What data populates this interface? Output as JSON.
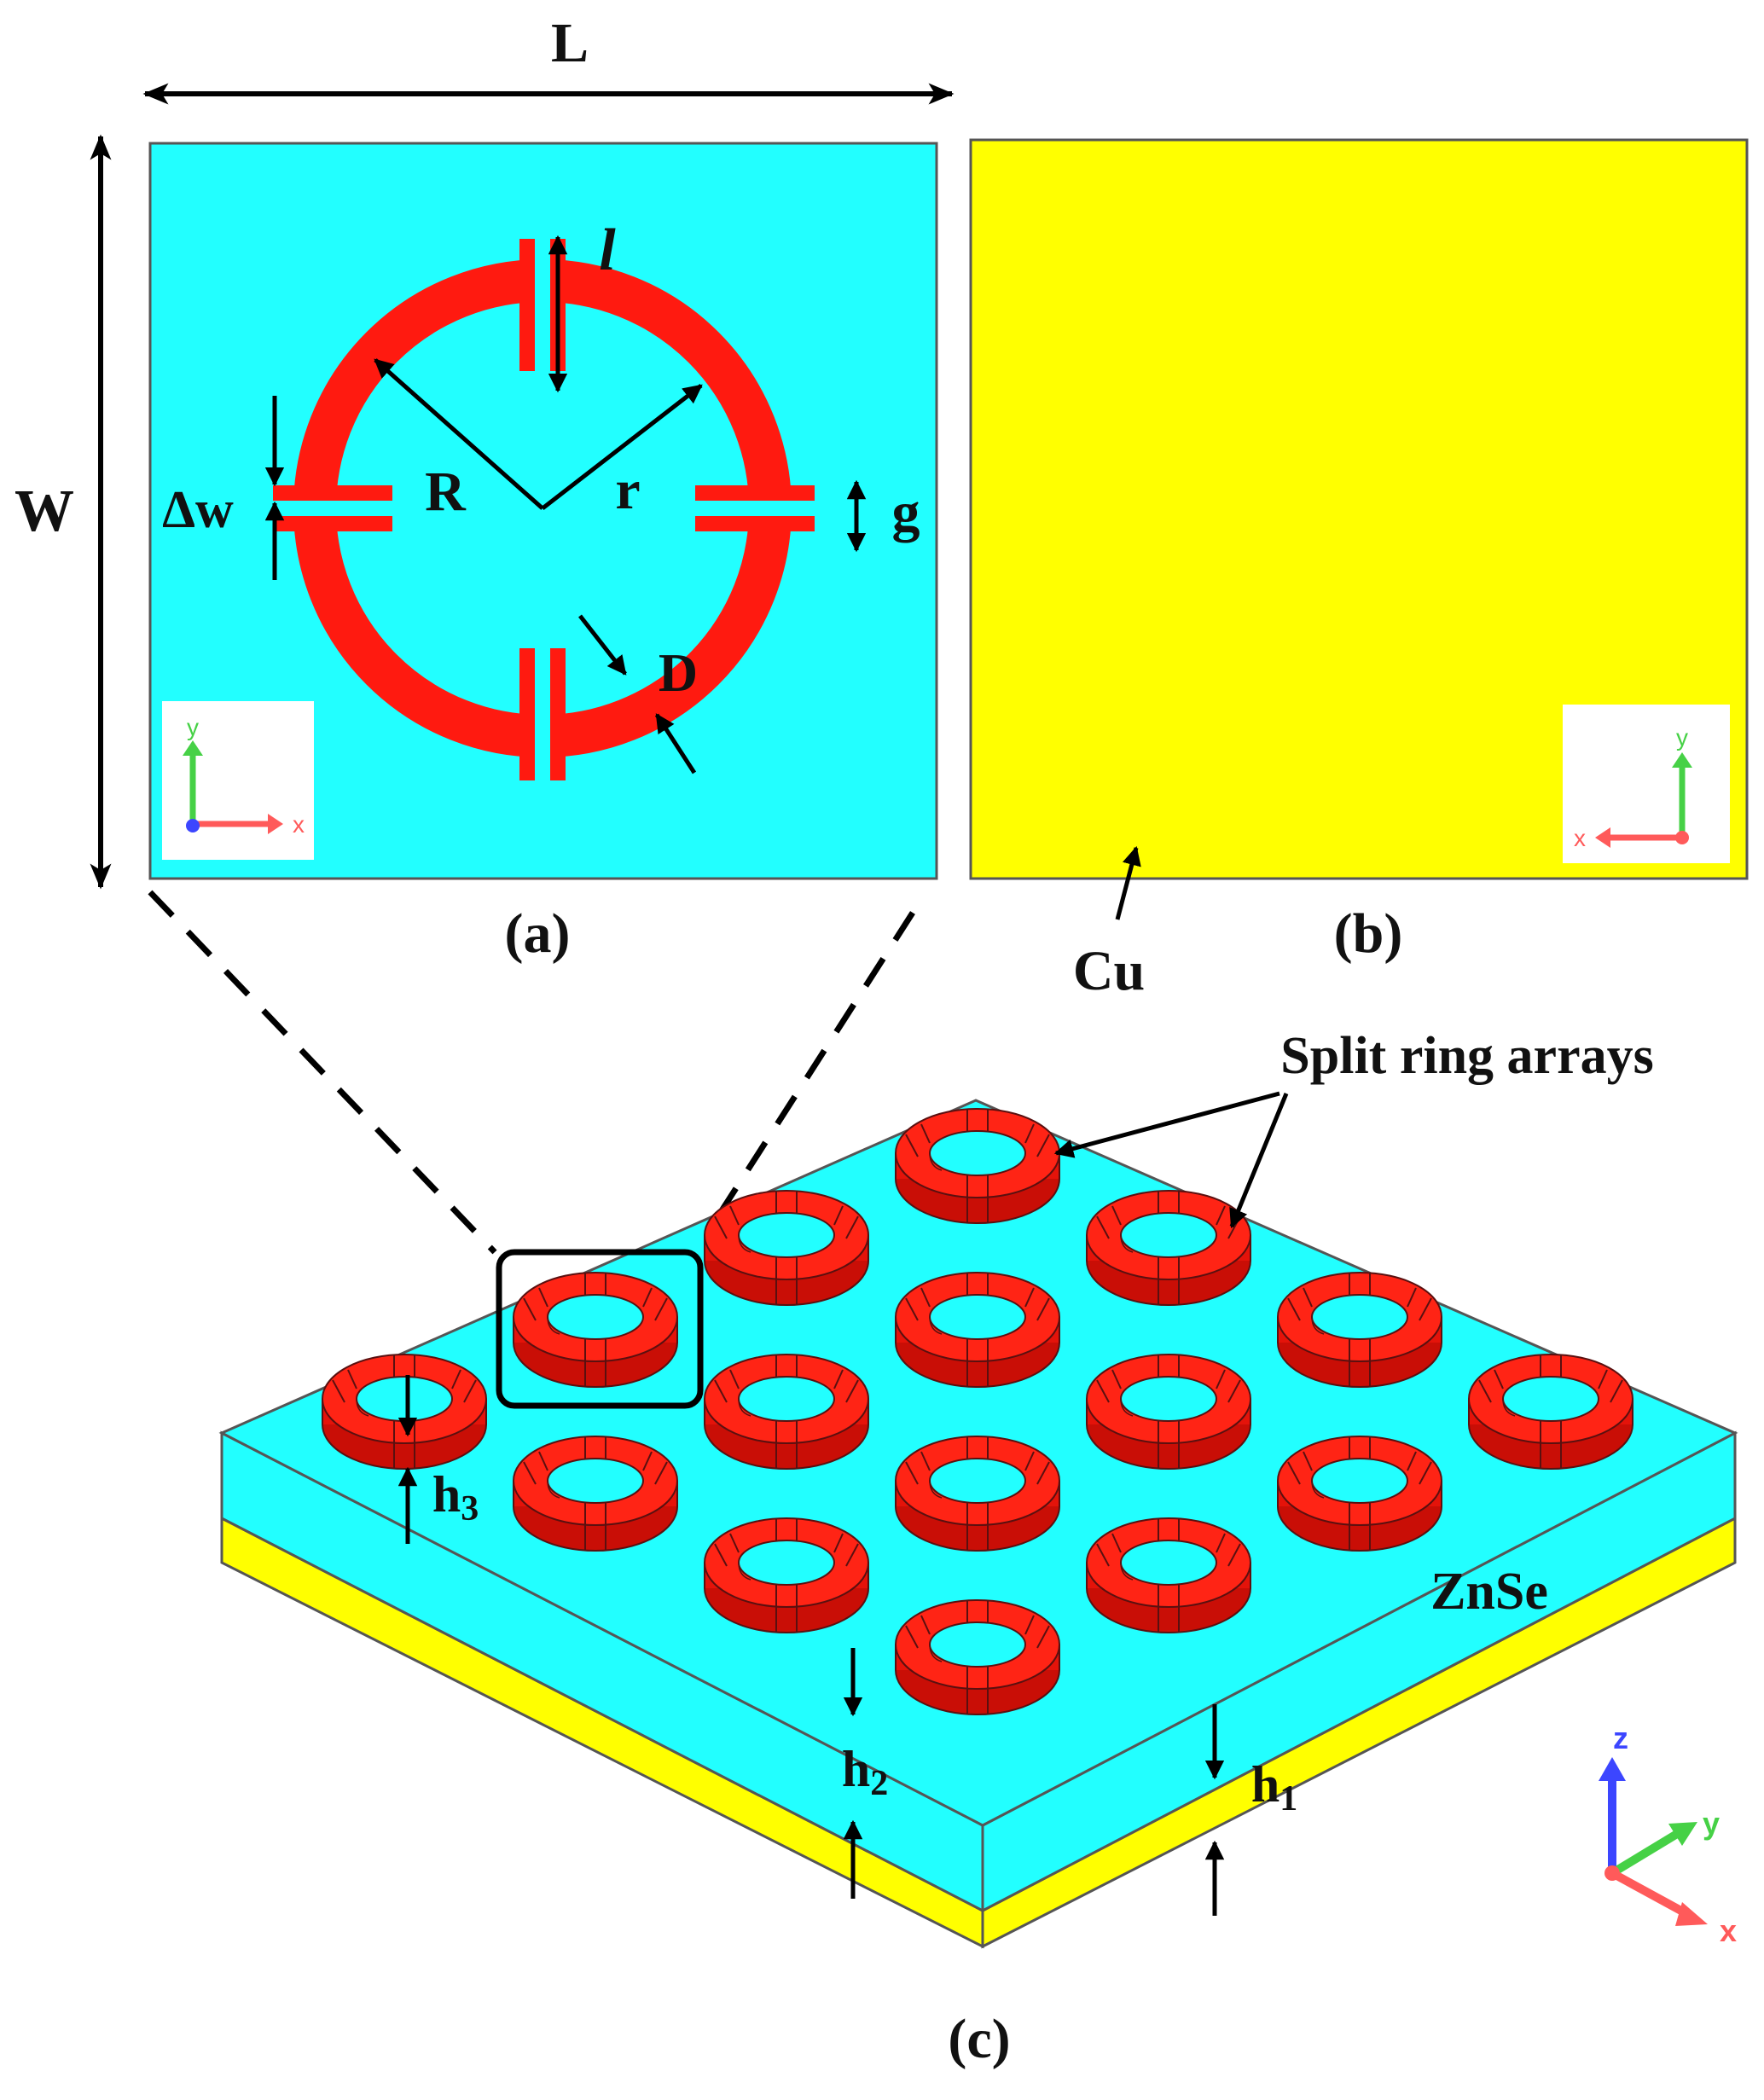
{
  "panels": {
    "a": {
      "caption": "(a)",
      "dimension_labels": {
        "L": "L",
        "W": "W",
        "l": "l",
        "R": "R",
        "r": "r",
        "delta_w": "Δw",
        "g": "g",
        "D": "D"
      },
      "axes": {
        "y": "y",
        "x": "x"
      }
    },
    "b": {
      "caption": "(b)",
      "material": "Cu",
      "axes": {
        "y": "y",
        "x": "x"
      }
    },
    "c": {
      "caption": "(c)",
      "split_ring_label": "Split ring arrays",
      "substrate_label": "ZnSe",
      "heights": {
        "h1": "h",
        "h1_sub": "1",
        "h2": "h",
        "h2_sub": "2",
        "h3": "h",
        "h3_sub": "3"
      },
      "axes": {
        "z": "z",
        "y": "y",
        "x": "x"
      }
    }
  },
  "colors": {
    "dielectric": "#22ffff",
    "metal_ring": "#ff1a10",
    "ground_plane": "#ffff00",
    "outline": "#444444",
    "axis_x": "#ff5a5a",
    "axis_y": "#46d146",
    "axis_z": "#3c46ff"
  }
}
